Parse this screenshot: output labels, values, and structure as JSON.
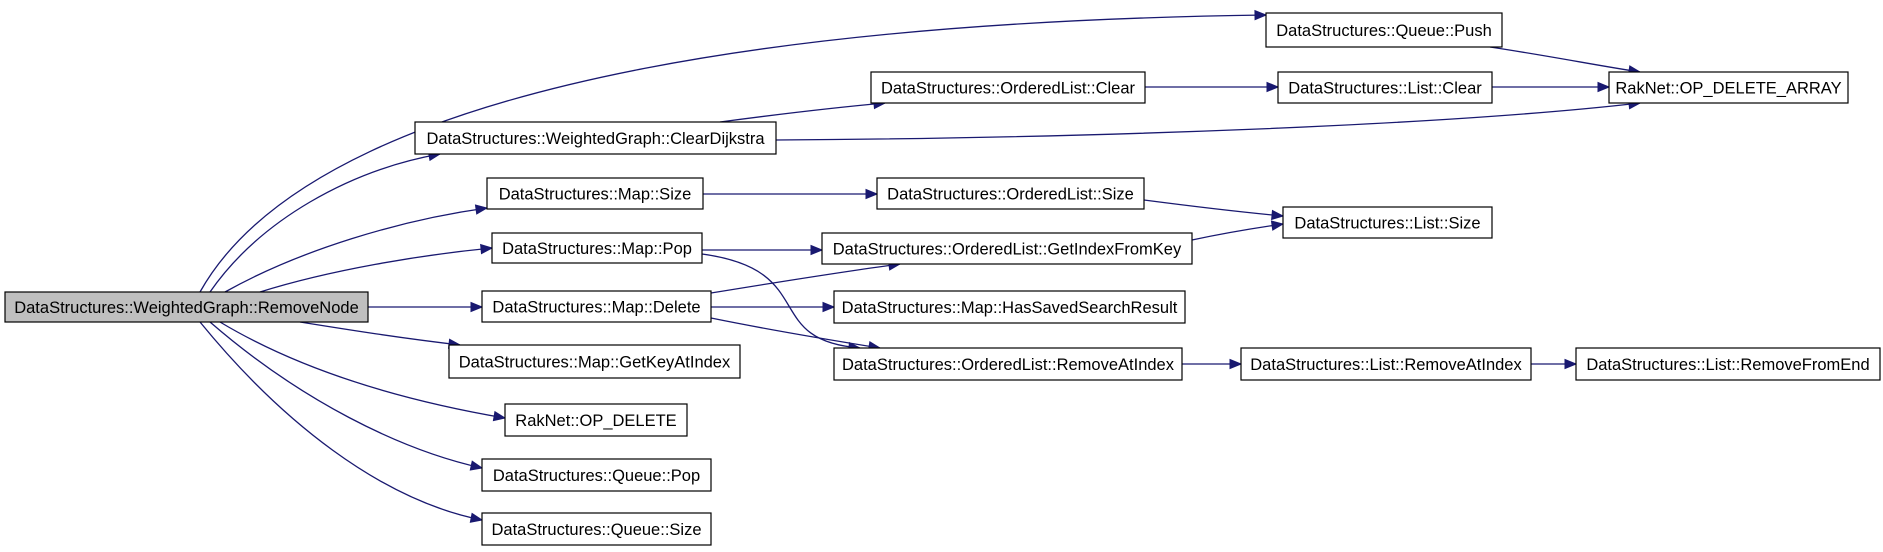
{
  "graph": {
    "colors": {
      "edge": "#191970",
      "root_fill": "#bfbfbf",
      "node_fill": "#ffffff",
      "border": "#000000"
    },
    "nodes": [
      {
        "id": "n0",
        "label": "DataStructures::WeightedGraph::RemoveNode",
        "root": true
      },
      {
        "id": "n1",
        "label": "DataStructures::Queue::Push"
      },
      {
        "id": "n2",
        "label": "DataStructures::OrderedList::Clear"
      },
      {
        "id": "n3",
        "label": "DataStructures::List::Clear"
      },
      {
        "id": "n4",
        "label": "RakNet::OP_DELETE_ARRAY"
      },
      {
        "id": "n5",
        "label": "DataStructures::WeightedGraph::ClearDijkstra"
      },
      {
        "id": "n6",
        "label": "DataStructures::Map::Size"
      },
      {
        "id": "n7",
        "label": "DataStructures::OrderedList::Size"
      },
      {
        "id": "n8",
        "label": "DataStructures::List::Size"
      },
      {
        "id": "n9",
        "label": "DataStructures::Map::Pop"
      },
      {
        "id": "n10",
        "label": "DataStructures::OrderedList::GetIndexFromKey"
      },
      {
        "id": "n11",
        "label": "DataStructures::Map::Delete"
      },
      {
        "id": "n12",
        "label": "DataStructures::Map::HasSavedSearchResult"
      },
      {
        "id": "n13",
        "label": "DataStructures::Map::GetKeyAtIndex"
      },
      {
        "id": "n14",
        "label": "DataStructures::OrderedList::RemoveAtIndex"
      },
      {
        "id": "n15",
        "label": "DataStructures::List::RemoveAtIndex"
      },
      {
        "id": "n16",
        "label": "DataStructures::List::RemoveFromEnd"
      },
      {
        "id": "n17",
        "label": "RakNet::OP_DELETE"
      },
      {
        "id": "n18",
        "label": "DataStructures::Queue::Pop"
      },
      {
        "id": "n19",
        "label": "DataStructures::Queue::Size"
      }
    ],
    "edges": [
      {
        "from": "n0",
        "to": "n1"
      },
      {
        "from": "n0",
        "to": "n5"
      },
      {
        "from": "n0",
        "to": "n6"
      },
      {
        "from": "n0",
        "to": "n9"
      },
      {
        "from": "n0",
        "to": "n11"
      },
      {
        "from": "n0",
        "to": "n13"
      },
      {
        "from": "n0",
        "to": "n17"
      },
      {
        "from": "n0",
        "to": "n18"
      },
      {
        "from": "n0",
        "to": "n19"
      },
      {
        "from": "n1",
        "to": "n4"
      },
      {
        "from": "n5",
        "to": "n2"
      },
      {
        "from": "n5",
        "to": "n4"
      },
      {
        "from": "n2",
        "to": "n3"
      },
      {
        "from": "n3",
        "to": "n4"
      },
      {
        "from": "n6",
        "to": "n7"
      },
      {
        "from": "n7",
        "to": "n8"
      },
      {
        "from": "n9",
        "to": "n10"
      },
      {
        "from": "n9",
        "to": "n14"
      },
      {
        "from": "n10",
        "to": "n8"
      },
      {
        "from": "n11",
        "to": "n10"
      },
      {
        "from": "n11",
        "to": "n12"
      },
      {
        "from": "n11",
        "to": "n14"
      },
      {
        "from": "n14",
        "to": "n15"
      },
      {
        "from": "n15",
        "to": "n16"
      }
    ]
  }
}
